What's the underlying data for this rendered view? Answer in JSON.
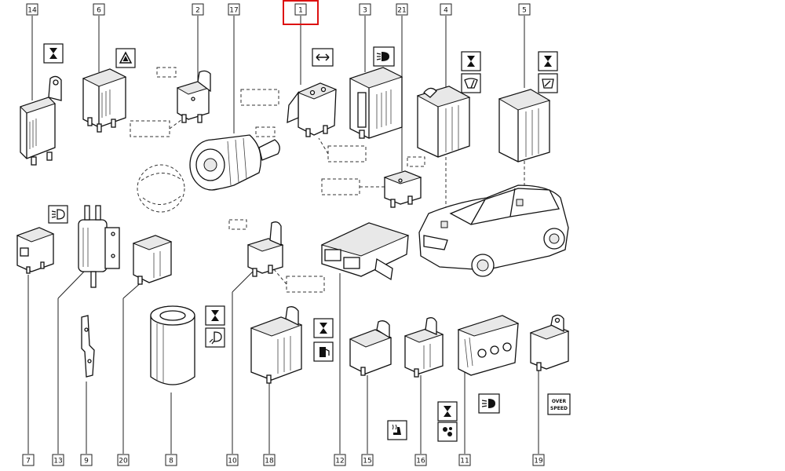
{
  "diagram": {
    "highlight_callout": "1",
    "callouts": [
      {
        "id": "14",
        "label": "14"
      },
      {
        "id": "6",
        "label": "6"
      },
      {
        "id": "2",
        "label": "2"
      },
      {
        "id": "17",
        "label": "17"
      },
      {
        "id": "1",
        "label": "1"
      },
      {
        "id": "3",
        "label": "3"
      },
      {
        "id": "21",
        "label": "21"
      },
      {
        "id": "4",
        "label": "4"
      },
      {
        "id": "5",
        "label": "5"
      },
      {
        "id": "7",
        "label": "7"
      },
      {
        "id": "13",
        "label": "13"
      },
      {
        "id": "9",
        "label": "9"
      },
      {
        "id": "20",
        "label": "20"
      },
      {
        "id": "8",
        "label": "8"
      },
      {
        "id": "10",
        "label": "10"
      },
      {
        "id": "18",
        "label": "18"
      },
      {
        "id": "12",
        "label": "12"
      },
      {
        "id": "15",
        "label": "15"
      },
      {
        "id": "16",
        "label": "16"
      },
      {
        "id": "11",
        "label": "11"
      },
      {
        "id": "19",
        "label": "19"
      }
    ],
    "symbols": {
      "overspeed_line1": "OVER",
      "overspeed_line2": "SPEED"
    }
  }
}
